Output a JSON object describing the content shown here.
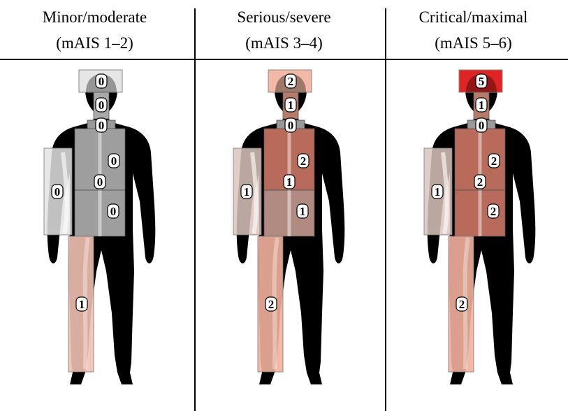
{
  "columns": [
    {
      "title": "Minor/moderate",
      "subtitle": "(mAIS 1–2)",
      "head_value": "0",
      "neck_upper_value": "0",
      "neck_lower_value": "0",
      "chest_value": "0",
      "abdomen_value": "0",
      "pelvis_value": "0",
      "arm_value": "0",
      "leg_value": "1",
      "colors": {
        "head": "#e6e6e6",
        "neck": "#a9a9a9",
        "collar": "#999999",
        "chest": "#9e9e9e",
        "abdomen": "#9e9e9e",
        "pelvis": "#9e9e9e",
        "arm": "#e3e3e3",
        "leg": "#f2c0b2"
      }
    },
    {
      "title": "Serious/severe",
      "subtitle": "(mAIS 3–4)",
      "head_value": "2",
      "neck_upper_value": "1",
      "neck_lower_value": "0",
      "chest_value": "2",
      "abdomen_value": "1",
      "pelvis_value": "1",
      "arm_value": "1",
      "leg_value": "2",
      "colors": {
        "head": "#f4b8a6",
        "neck": "#b77b6b",
        "collar": "#999999",
        "chest": "#b86b5a",
        "abdomen": "#b86b5a",
        "pelvis": "#b18a82",
        "arm": "#dcc4bd",
        "leg": "#f2b09c"
      }
    },
    {
      "title": "Critical/maximal",
      "subtitle": "(mAIS 5–6)",
      "head_value": "5",
      "neck_upper_value": "1",
      "neck_lower_value": "0",
      "chest_value": "2",
      "abdomen_value": "2",
      "pelvis_value": "2",
      "arm_value": "1",
      "leg_value": "2",
      "colors": {
        "head": "#e02323",
        "neck": "#b77b6b",
        "collar": "#999999",
        "chest": "#b86b5a",
        "abdomen": "#b86b5a",
        "pelvis": "#b86b5a",
        "arm": "#dcc4bd",
        "leg": "#f2b09c"
      }
    }
  ]
}
